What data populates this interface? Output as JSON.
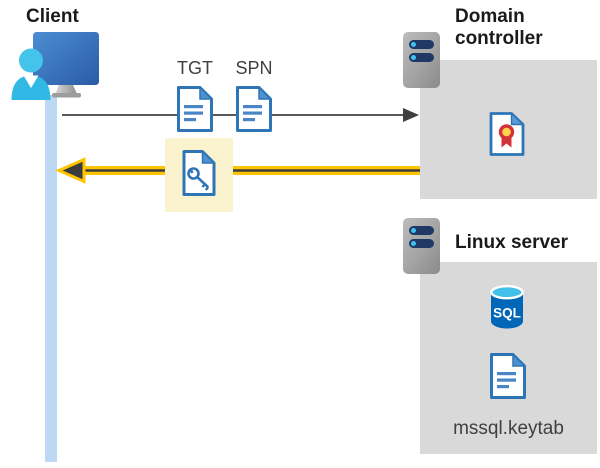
{
  "nodes": {
    "client": {
      "label": "Client"
    },
    "domain_controller": {
      "label": "Domain controller"
    },
    "linux_server": {
      "label": "Linux server"
    }
  },
  "labels": {
    "tgt": "TGT",
    "spn": "SPN",
    "keytab": "mssql.keytab",
    "sql": "SQL"
  },
  "icons": {
    "client": "user-at-monitor-icon",
    "domain_controller": "server-icon",
    "linux_server": "server-icon",
    "tgt": "document-icon",
    "spn": "document-icon",
    "service_ticket": "key-document-icon",
    "certificate": "certificate-icon",
    "sql_database": "sql-database-icon",
    "keytab": "document-icon"
  },
  "arrows": {
    "request": {
      "from": "client",
      "to": "domain-controller",
      "color": "#595959",
      "style": "thin-gray"
    },
    "response": {
      "from": "domain-controller",
      "to": "client",
      "color": "#FFC400",
      "style": "thick-yellow"
    }
  },
  "colors": {
    "highlight_box": "#FBF2CE",
    "lifeline": "#BDD8F2",
    "node_box": "#D9D9D9",
    "doc_blue": "#2E75B6",
    "accent_yellow": "#FFC400",
    "arrow_gray": "#595959",
    "sql_blue": "#0067B8",
    "label_dark": "#1A1A1A",
    "sublabel_gray": "#3F3F3F"
  }
}
